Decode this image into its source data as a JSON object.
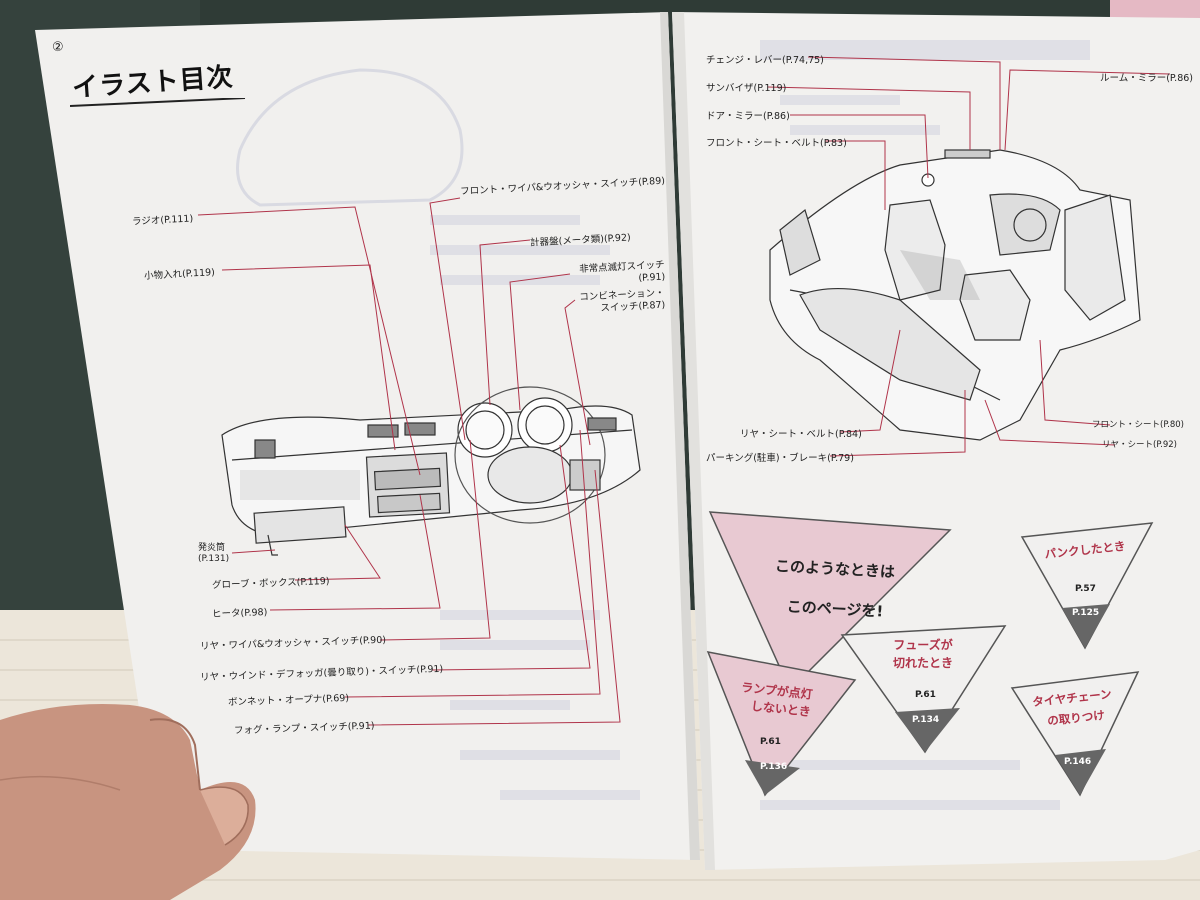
{
  "page": {
    "page_number": "②",
    "title": "イラスト目次"
  },
  "left_labels": [
    {
      "id": "radio",
      "text": "ラジオ(P.111)"
    },
    {
      "id": "small-storage",
      "text": "小物入れ(P.119)"
    },
    {
      "id": "ashtray",
      "text": "発炎筒(P.131)"
    },
    {
      "id": "glove-box",
      "text": "グローブ・ボックス(P.119)"
    },
    {
      "id": "heater",
      "text": "ヒータ(P.98)"
    },
    {
      "id": "rear-wiper",
      "text": "リヤ・ワイパ&ウオッシャ・スイッチ(P.90)"
    },
    {
      "id": "rear-defogger",
      "text": "リヤ・ウインド・デフォッガ(曇り取り)・スイッチ(P.91)"
    },
    {
      "id": "bonnet-opener",
      "text": "ボンネット・オープナ(P.69)"
    },
    {
      "id": "fog-lamp",
      "text": "フォグ・ランプ・スイッチ(P.91)"
    }
  ],
  "top_labels": [
    {
      "id": "front-wiper",
      "text": "フロント・ワイパ&ウオッシャ・スイッチ(P.89)"
    },
    {
      "id": "instrument-panel",
      "text": "計器盤(メータ類)(P.92)"
    },
    {
      "id": "hazard-switch",
      "text": "非常点滅灯スイッチ(P.91)"
    },
    {
      "id": "combination-switch",
      "text": "コンビネーション・スイッチ(P.87)"
    }
  ],
  "right_labels": [
    {
      "id": "change-lever",
      "text": "チェンジ・レバー(P.74,75)"
    },
    {
      "id": "sun-visor",
      "text": "サンバイザ(P.119)"
    },
    {
      "id": "door-mirror",
      "text": "ドア・ミラー(P.86)"
    },
    {
      "id": "front-seat-belt",
      "text": "フロント・シート・ベルト(P.83)"
    },
    {
      "id": "room-mirror",
      "text": "ルーム・ミラー(P.86)"
    },
    {
      "id": "rear-seat-belt",
      "text": "リヤ・シート・ベルト(P.84)"
    },
    {
      "id": "parking-brake",
      "text": "パーキング(駐車)・ブレーキ(P.79)"
    },
    {
      "id": "front-seat",
      "text": "フロント・シート(P.80)"
    },
    {
      "id": "rear-seat",
      "text": "リヤ・シート(P.92)"
    }
  ],
  "triangles": {
    "main": {
      "line1": "このようなときは",
      "line2": "このページを!"
    },
    "lamp": {
      "line1": "ランプが点灯",
      "line2": "しないとき",
      "ref1": "P.61",
      "ref2": "P.136"
    },
    "fuse": {
      "line1": "フューズが",
      "line2": "切れたとき",
      "ref1": "P.61",
      "ref2": "P.134"
    },
    "flat": {
      "line1": "パンクしたとき",
      "ref1": "P.57",
      "ref2": "P.125"
    },
    "chain": {
      "line1": "タイヤチェーン",
      "line2": "の取りつけ",
      "ref2": "P.146"
    }
  },
  "colors": {
    "leader_line": "#b0344a",
    "triangle_pink": "#e8c9d2",
    "page": "#efeeec",
    "table_mat": "#e9e4d8",
    "skin": "#c89480"
  }
}
